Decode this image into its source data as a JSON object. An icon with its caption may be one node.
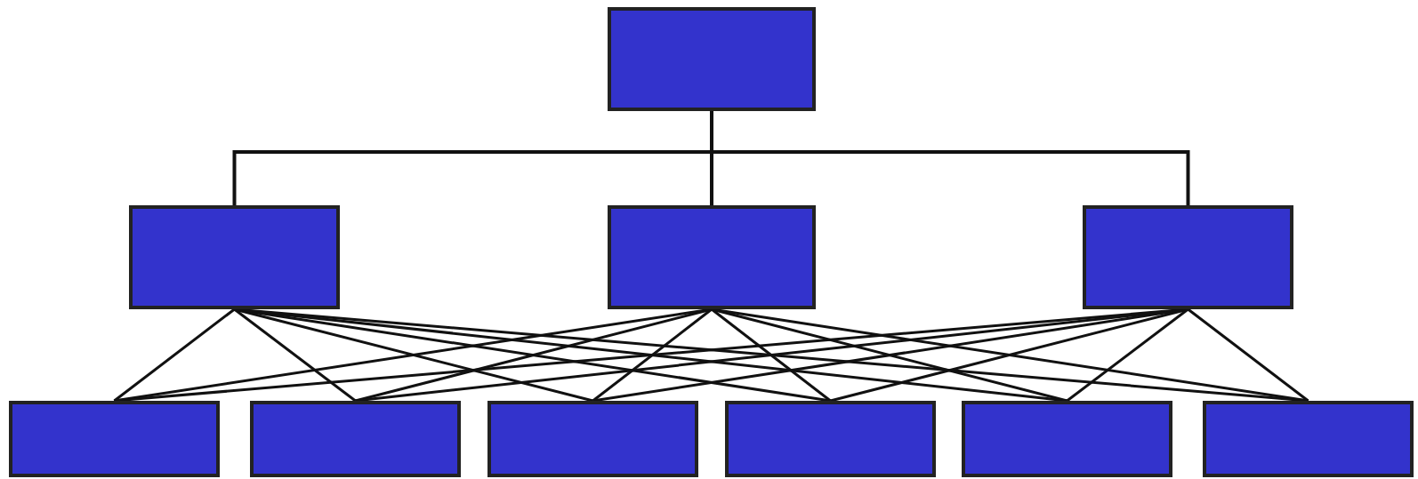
{
  "diagram": {
    "nodes": [
      {
        "text": [],
        "shape": "box"
      },
      {
        "text": [],
        "shape": "box"
      },
      {
        "text": [],
        "shape": "box"
      },
      {
        "text": [],
        "shape": "box"
      },
      {
        "text": [],
        "shape": "box"
      },
      {
        "text": [],
        "shape": "box"
      },
      {
        "text": [],
        "shape": "box"
      },
      {
        "text": [],
        "shape": "box"
      },
      {
        "text": [],
        "shape": "box"
      },
      {
        "text": [],
        "shape": "box"
      }
    ],
    "edges": [
      {
        "from": 0,
        "to": 1,
        "arrow": "none"
      },
      {
        "from": 0,
        "to": 2,
        "arrow": "none"
      },
      {
        "from": 0,
        "to": 3,
        "arrow": "none"
      },
      {
        "from": 1,
        "to": 4,
        "arrow": "none"
      },
      {
        "from": 1,
        "to": 5,
        "arrow": "none"
      },
      {
        "from": 1,
        "to": 6,
        "arrow": "none"
      },
      {
        "from": 1,
        "to": 7,
        "arrow": "none"
      },
      {
        "from": 1,
        "to": 8,
        "arrow": "none"
      },
      {
        "from": 1,
        "to": 9,
        "arrow": "none"
      },
      {
        "from": 2,
        "to": 4,
        "arrow": "none"
      },
      {
        "from": 2,
        "to": 5,
        "arrow": "none"
      },
      {
        "from": 2,
        "to": 6,
        "arrow": "none"
      },
      {
        "from": 2,
        "to": 7,
        "arrow": "none"
      },
      {
        "from": 2,
        "to": 8,
        "arrow": "none"
      },
      {
        "from": 2,
        "to": 9,
        "arrow": "none"
      },
      {
        "from": 3,
        "to": 4,
        "arrow": "none"
      },
      {
        "from": 3,
        "to": 5,
        "arrow": "none"
      },
      {
        "from": 3,
        "to": 6,
        "arrow": "none"
      },
      {
        "from": 3,
        "to": 7,
        "arrow": "none"
      },
      {
        "from": 3,
        "to": 8,
        "arrow": "none"
      },
      {
        "from": 3,
        "to": 9,
        "arrow": "none"
      }
    ]
  }
}
